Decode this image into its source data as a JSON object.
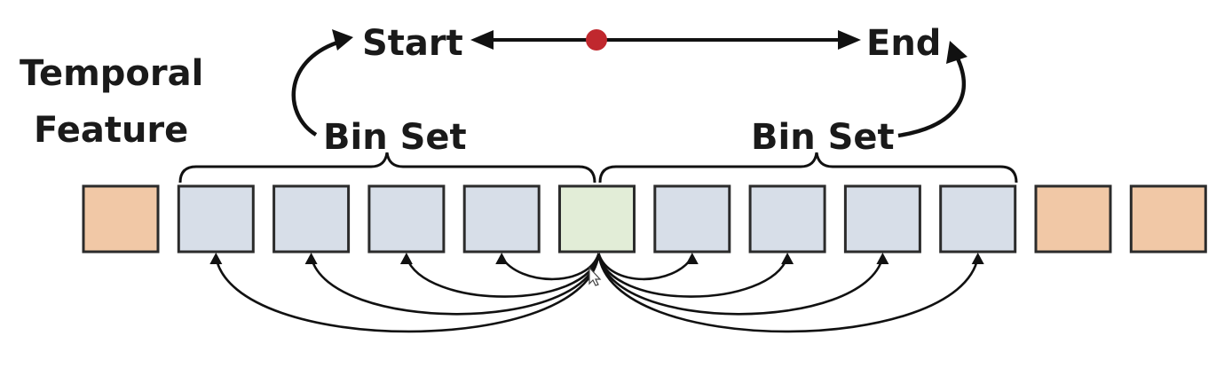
{
  "labels": {
    "temporal_line1": "Temporal",
    "temporal_line2": "Feature",
    "start": "Start",
    "end": "End",
    "bin_set_left": "Bin Set",
    "bin_set_right": "Bin Set"
  },
  "cells": [
    {
      "kind": "outside"
    },
    {
      "kind": "bin"
    },
    {
      "kind": "bin"
    },
    {
      "kind": "bin"
    },
    {
      "kind": "bin"
    },
    {
      "kind": "center"
    },
    {
      "kind": "bin"
    },
    {
      "kind": "bin"
    },
    {
      "kind": "bin"
    },
    {
      "kind": "bin"
    },
    {
      "kind": "outside"
    },
    {
      "kind": "outside"
    }
  ],
  "colors": {
    "outside": "#F1C8A6",
    "bin": "#D7DEE8",
    "center": "#E2EDD7",
    "dot": "#C0282E",
    "ink": "#111111"
  }
}
